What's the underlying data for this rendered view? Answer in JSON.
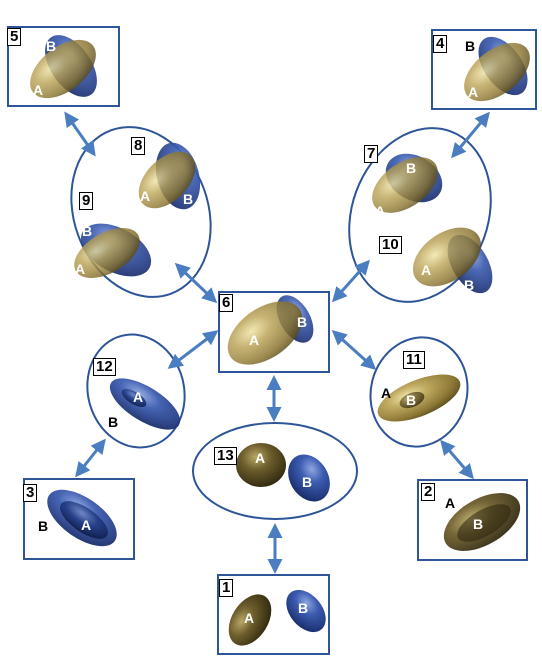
{
  "states": [
    {
      "number": "1",
      "a": "A",
      "b": "B"
    },
    {
      "number": "2",
      "a": "A",
      "b": "B"
    },
    {
      "number": "3",
      "a": "A",
      "b": "B"
    },
    {
      "number": "4",
      "a": "A",
      "b": "B"
    },
    {
      "number": "5",
      "a": "A",
      "b": "B"
    },
    {
      "number": "6",
      "a": "A",
      "b": "B"
    },
    {
      "number": "7",
      "a": "A",
      "b": "B"
    },
    {
      "number": "8",
      "a": "A",
      "b": "B"
    },
    {
      "number": "9",
      "a": "A",
      "b": "B"
    },
    {
      "number": "10",
      "a": "A",
      "b": "B"
    },
    {
      "number": "11",
      "a": "A",
      "b": "B"
    },
    {
      "number": "12",
      "a": "A",
      "b": "B"
    },
    {
      "number": "13",
      "a": "A",
      "b": "B"
    }
  ],
  "colors": {
    "frame": "#2e5597",
    "arrow": "#4a7ec0",
    "ellipsoid_a": "#a38f3c",
    "ellipsoid_b": "#3a58a8"
  }
}
